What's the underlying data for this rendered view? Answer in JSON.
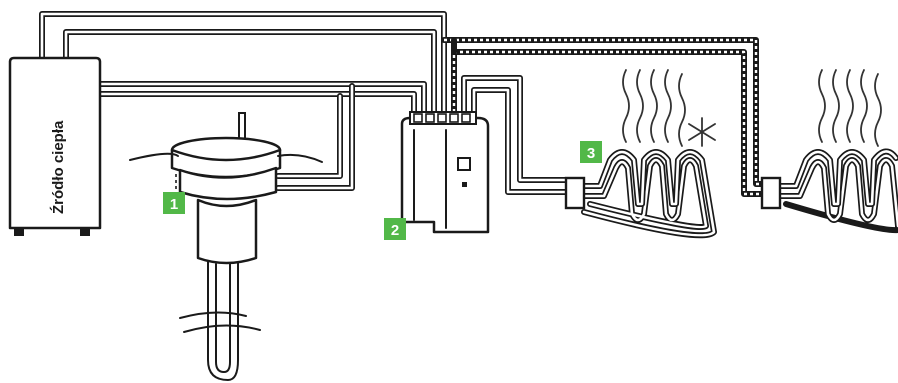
{
  "heat_source": {
    "label": "Źródło ciepła"
  },
  "badges": [
    {
      "number": "1",
      "color": "#52b848"
    },
    {
      "number": "2",
      "color": "#52b848"
    },
    {
      "number": "3",
      "color": "#52b848"
    }
  ],
  "symbols": {
    "frost": "snowflake-icon"
  }
}
